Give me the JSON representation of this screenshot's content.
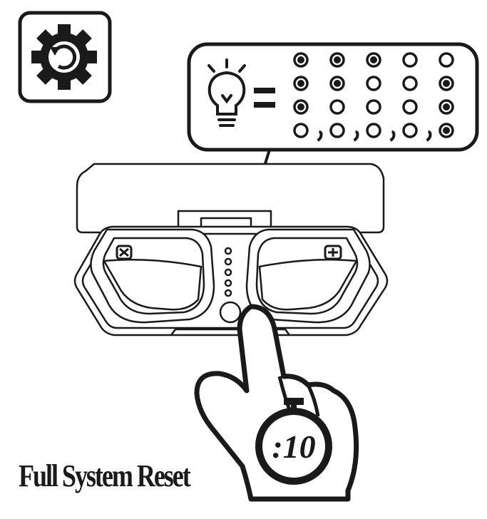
{
  "title": "Full System Reset",
  "timer": {
    "label": ":10"
  },
  "icons": {
    "settings": "gear-reset-icon",
    "indicator": "lightbulb-icon",
    "press": "hand-press-icon",
    "timer": "stopwatch-icon"
  },
  "led_sequence": {
    "rows": [
      [
        "on",
        "on",
        "on",
        "off",
        "off"
      ],
      [
        "on",
        "on",
        "off",
        "off",
        "on"
      ],
      [
        "on",
        "off",
        "off",
        "off",
        "on"
      ],
      [
        "off",
        "off",
        "off",
        "off",
        "on"
      ]
    ],
    "last_row_separators": true
  },
  "colors": {
    "ink": "#1a1a1a",
    "paper": "#ffffff"
  }
}
